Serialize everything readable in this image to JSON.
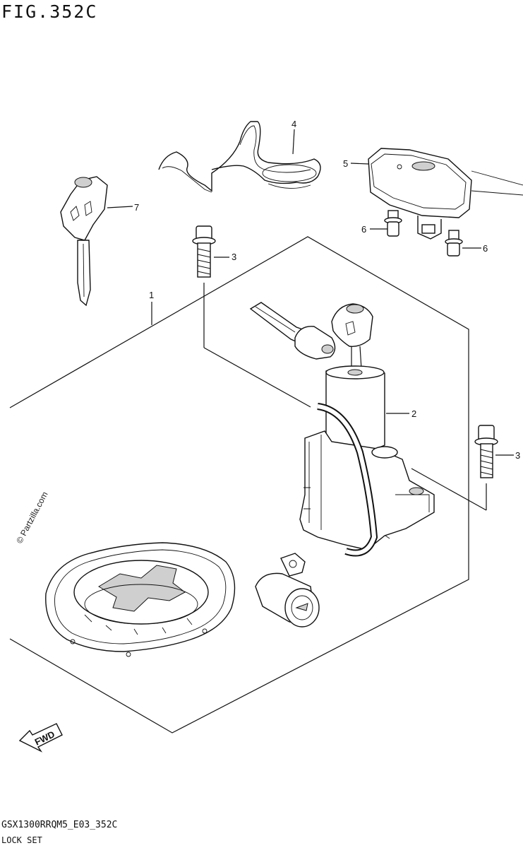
{
  "figure": {
    "title": "FIG.352C",
    "code": "GSX1300RRQM5_E03_352C",
    "name": "LOCK SET"
  },
  "callouts": [
    {
      "id": "part-1",
      "label": "1"
    },
    {
      "id": "part-2",
      "label": "2"
    },
    {
      "id": "part-3a",
      "label": "3"
    },
    {
      "id": "part-3b",
      "label": "3"
    },
    {
      "id": "part-4",
      "label": "4"
    },
    {
      "id": "part-5",
      "label": "5"
    },
    {
      "id": "part-6a",
      "label": "6"
    },
    {
      "id": "part-6b",
      "label": "6"
    },
    {
      "id": "part-7",
      "label": "7"
    }
  ],
  "watermark": "© Partzilla.com",
  "direction_arrow": {
    "label": "FWD",
    "icon": "fwd-arrow-icon"
  }
}
